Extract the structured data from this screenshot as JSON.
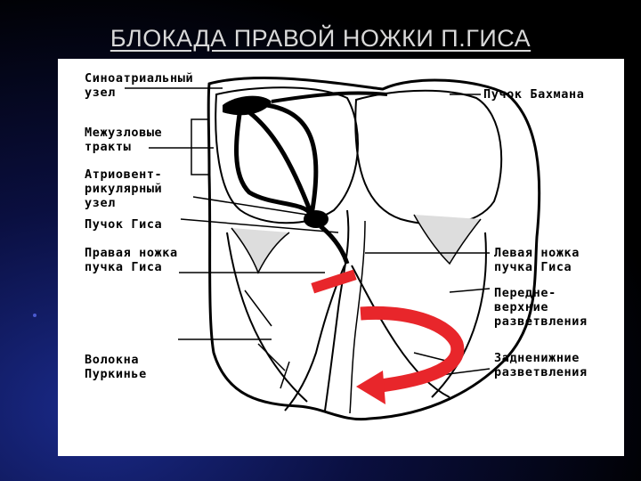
{
  "slide": {
    "title": "БЛОКАДА ПРАВОЙ НОЖКИ П.ГИСА"
  },
  "labels": {
    "left": [
      {
        "id": "sa-node",
        "lines": [
          "Синоатриальный",
          "узел"
        ]
      },
      {
        "id": "internodal",
        "lines": [
          "Межузловые",
          "тракты"
        ]
      },
      {
        "id": "av-node",
        "lines": [
          "Атриовент-",
          "рикулярный",
          "узел"
        ]
      },
      {
        "id": "his-bundle",
        "lines": [
          "Пучок Гиса"
        ]
      },
      {
        "id": "right-bundle",
        "lines": [
          "Правая ножка",
          "пучка Гиса"
        ]
      },
      {
        "id": "purkinje",
        "lines": [
          "Волокна",
          "Пуркинье"
        ]
      }
    ],
    "right": [
      {
        "id": "bachmann",
        "lines": [
          "Пучок Бахмана"
        ]
      },
      {
        "id": "left-bundle",
        "lines": [
          "Левая ножка",
          "пучка Гиса"
        ]
      },
      {
        "id": "anterior",
        "lines": [
          "Передне-",
          "верхние",
          "разветвления"
        ]
      },
      {
        "id": "posterior",
        "lines": [
          "Задненижние",
          "разветвления"
        ]
      }
    ]
  },
  "colors": {
    "block_arrow": "#e8262b",
    "ink": "#000000",
    "background_dark": "#000000",
    "background_glow": "#1a2a8a",
    "title": "#d9d9d9"
  },
  "icons": {
    "block_marker": "red-block-bar",
    "conduction_arrow": "red-curved-arrow"
  }
}
